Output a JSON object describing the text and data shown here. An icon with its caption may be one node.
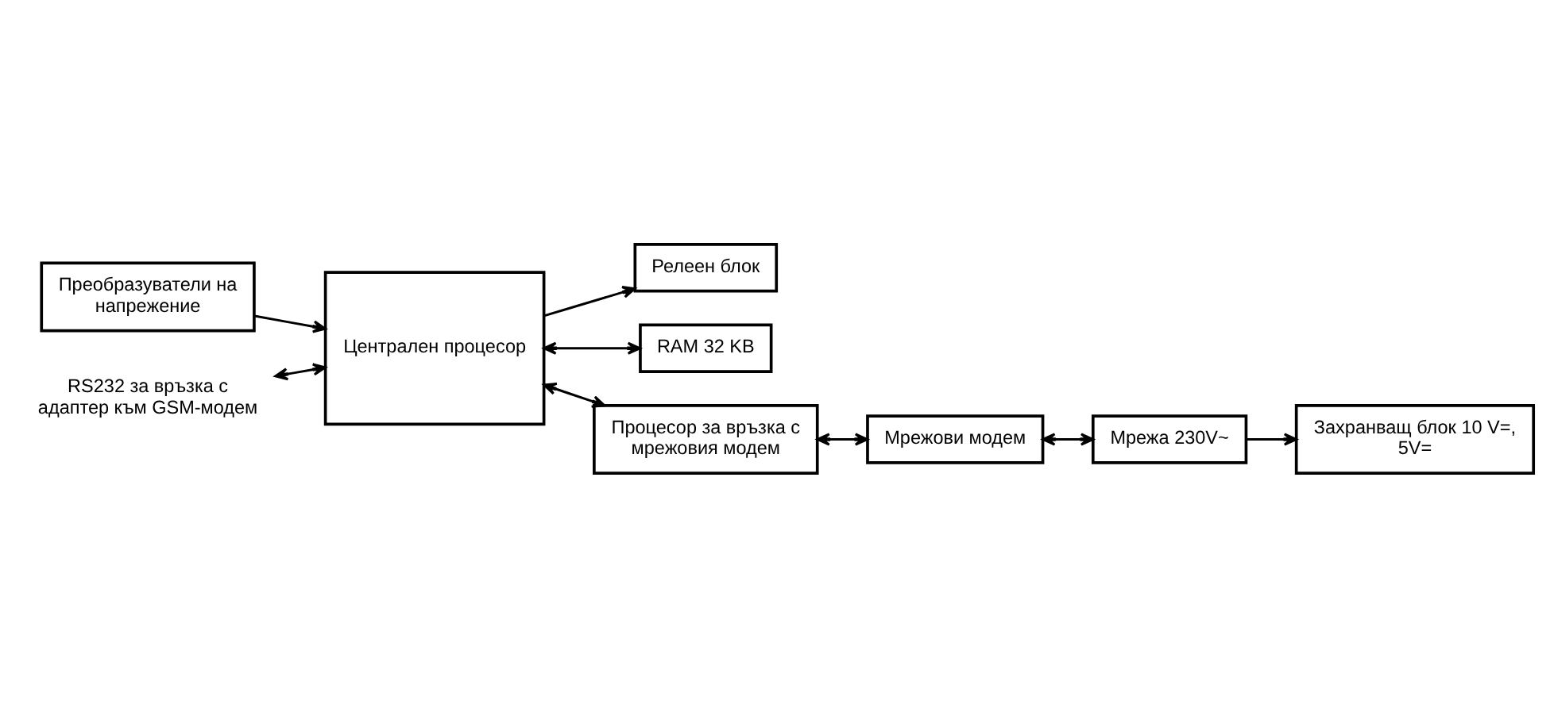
{
  "diagram": {
    "nodes": [
      {
        "text": [
          "Релеен блок"
        ]
      },
      {
        "text": [
          "RAM 32 KB"
        ]
      },
      {
        "text": [
          "Преобразуватели на напрежение"
        ]
      },
      {
        "text": [
          "Централен процесор"
        ]
      },
      {
        "text": [
          "Процесор за връзка с мрежовия модем"
        ]
      },
      {
        "text": [
          "Мрежови модем"
        ]
      },
      {
        "text": [
          "RS232 за връзка с адаптер към GSM-модем"
        ]
      },
      {
        "text": [
          "Захранващ блок 10 V=, 5V="
        ]
      },
      {
        "text": [
          "Мрежа 230V~"
        ]
      }
    ],
    "edges": [
      {
        "from": 3,
        "to": 0,
        "arrow": "to"
      },
      {
        "from": 3,
        "to": 1,
        "arrow": "both"
      },
      {
        "from": 2,
        "to": 3,
        "arrow": "to"
      },
      {
        "from": 3,
        "to": 4,
        "arrow": "both"
      },
      {
        "from": 4,
        "to": 5,
        "arrow": "both"
      },
      {
        "from": 6,
        "to": 3,
        "arrow": "both"
      },
      {
        "from": 5,
        "to": 8,
        "arrow": "both"
      },
      {
        "from": 8,
        "to": 7,
        "arrow": "to"
      }
    ]
  }
}
